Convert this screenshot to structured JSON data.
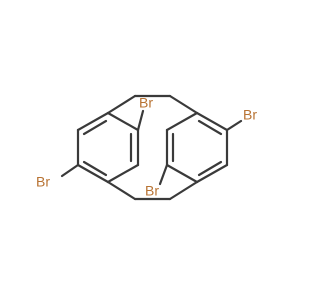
{
  "molecule": {
    "atoms": [
      {
        "id": "br_top_center",
        "symbol": "Br",
        "text": "Br"
      },
      {
        "id": "br_right",
        "symbol": "Br",
        "text": "Br"
      },
      {
        "id": "br_left",
        "symbol": "Br",
        "text": "Br"
      },
      {
        "id": "br_bottom_center",
        "symbol": "Br",
        "text": "Br"
      }
    ],
    "colors": {
      "bond": "#3a3a3a",
      "bromine": "#b87333",
      "background": "#ffffff"
    }
  }
}
